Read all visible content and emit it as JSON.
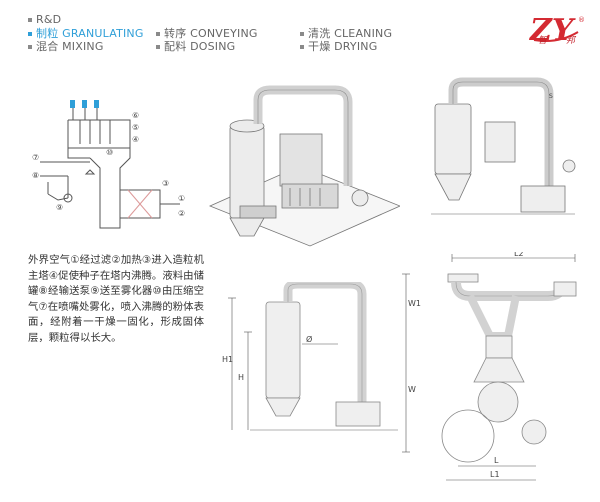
{
  "brand": {
    "logo_text": "ZY",
    "registered_mark": "®",
    "sub_left": "智",
    "sub_right": "邦",
    "color": "#d42a32"
  },
  "categories": [
    {
      "label": "R&D",
      "active": false
    },
    {
      "label": "制粒 GRANULATING",
      "active": true
    },
    {
      "label": "混合 MIXING",
      "active": false
    },
    {
      "label": "转序 CONVEYING",
      "active": false
    },
    {
      "label": "配料 DOSING",
      "active": false
    },
    {
      "label": "清洗 CLEANING",
      "active": false
    },
    {
      "label": "干燥 DRYING",
      "active": false
    }
  ],
  "accent_color": "#2f9fd8",
  "description": "外界空气①经过滤②加热③进入造粒机主塔④促使种子在塔内沸腾。液料由储罐⑧经输送泵⑨送至雾化器⑩由压缩空气⑦在喷嘴处雾化，喷入沸腾的粉体表面，经附着一干燥一固化，形成固体层，颗粒得以长大。",
  "schematic": {
    "markers": [
      "①",
      "②",
      "③",
      "④",
      "⑤",
      "⑥",
      "⑦",
      "⑧",
      "⑨",
      "⑩"
    ]
  },
  "dimensions": {
    "front": {
      "h1": "H1",
      "h": "H",
      "diameter": "Ø"
    },
    "side": {
      "l2": "L2",
      "w1": "W1",
      "w": "W",
      "l": "L",
      "l1": "L1"
    }
  },
  "side_view_label": "S"
}
